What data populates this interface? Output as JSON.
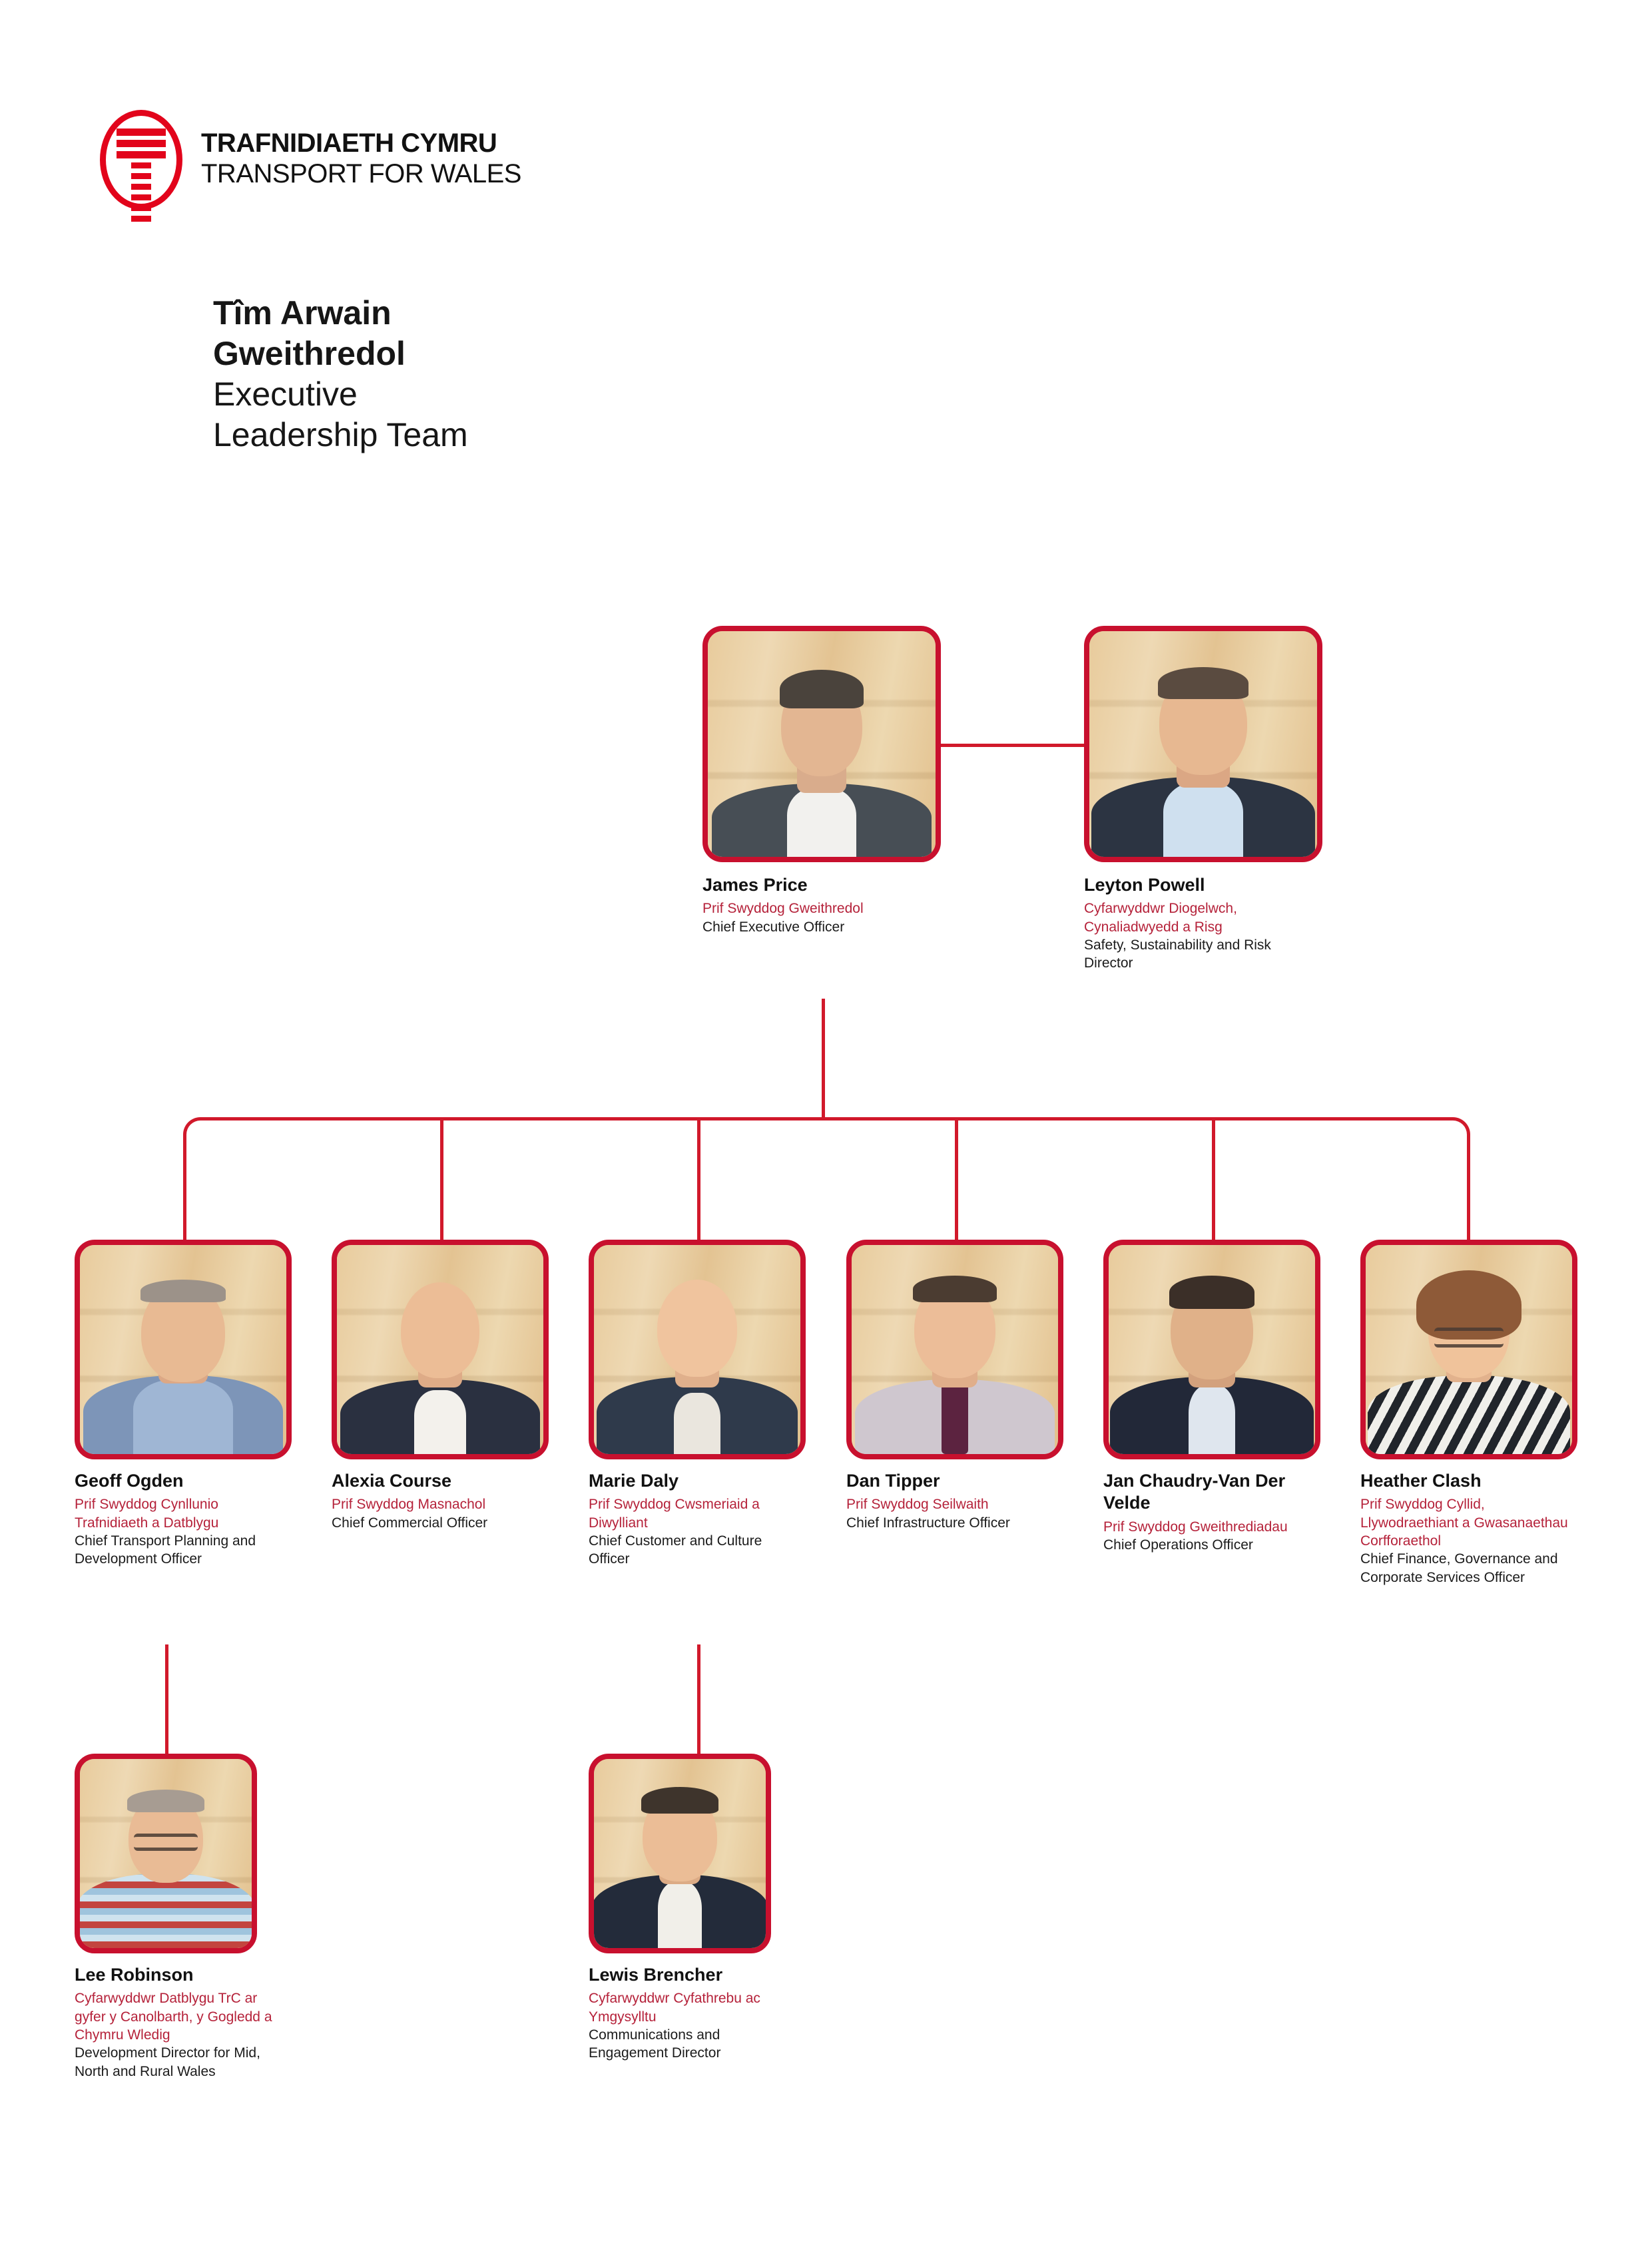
{
  "brand": {
    "logo_icon": "transport-for-wales-roundel-icon",
    "name_cy": "TRAFNIDIAETH CYMRU",
    "name_en": "TRANSPORT FOR WALES",
    "accent_red": "#c8102e",
    "line_red": "#d1192b",
    "welsh_text_red": "#b5223a"
  },
  "page": {
    "title_cy_line1": "Tîm Arwain",
    "title_cy_line2": "Gweithredol",
    "title_en_line1": "Executive",
    "title_en_line2": "Leadership Team"
  },
  "chart_data": {
    "type": "org-chart",
    "title": "Tîm Arwain Gweithredol / Executive Leadership Team",
    "levels": 3,
    "nodes": [
      {
        "id": "james-price",
        "name": "James Price",
        "title_cy": "Prif Swyddog Gweithredol",
        "title_en": "Chief Executive Officer",
        "level": 1,
        "reports_to": null
      },
      {
        "id": "leyton-powell",
        "name": "Leyton Powell",
        "title_cy": "Cyfarwyddwr Diogelwch, Cynaliadwyedd a Risg",
        "title_en": "Safety, Sustainability and Risk Director",
        "level": 1,
        "reports_to": "james-price"
      },
      {
        "id": "geoff-ogden",
        "name": "Geoff Ogden",
        "title_cy": "Prif Swyddog Cynllunio Trafnidiaeth a Datblygu",
        "title_en": "Chief Transport Planning and Development Officer",
        "level": 2,
        "reports_to": "james-price"
      },
      {
        "id": "alexia-course",
        "name": "Alexia Course",
        "title_cy": "Prif Swyddog Masnachol",
        "title_en": "Chief Commercial Officer",
        "level": 2,
        "reports_to": "james-price"
      },
      {
        "id": "marie-daly",
        "name": "Marie Daly",
        "title_cy": "Prif Swyddog Cwsmeriaid a Diwylliant",
        "title_en": "Chief Customer and Culture Officer",
        "level": 2,
        "reports_to": "james-price"
      },
      {
        "id": "dan-tipper",
        "name": "Dan Tipper",
        "title_cy": "Prif Swyddog Seilwaith",
        "title_en": "Chief Infrastructure Officer",
        "level": 2,
        "reports_to": "james-price"
      },
      {
        "id": "jan-chaudry-van-der-velde",
        "name": "Jan Chaudry-Van Der Velde",
        "title_cy": "Prif Swyddog Gweithrediadau",
        "title_en": "Chief Operations Officer",
        "level": 2,
        "reports_to": "james-price"
      },
      {
        "id": "heather-clash",
        "name": "Heather Clash",
        "title_cy": "Prif Swyddog Cyllid, Llywodraethiant a Gwasanaethau Corfforaethol",
        "title_en": "Chief Finance, Governance and Corporate Services Officer",
        "level": 2,
        "reports_to": "james-price"
      },
      {
        "id": "lee-robinson",
        "name": "Lee Robinson",
        "title_cy": "Cyfarwyddwr Datblygu TrC ar gyfer y Canolbarth, y Gogledd a Chymru Wledig",
        "title_en": "Development Director for Mid, North and Rural Wales",
        "level": 3,
        "reports_to": "geoff-ogden"
      },
      {
        "id": "lewis-brencher",
        "name": "Lewis Brencher",
        "title_cy": "Cyfarwyddwr Cyfathrebu ac Ymgysylltu",
        "title_en": "Communications and Engagement Director",
        "level": 3,
        "reports_to": "marie-daly"
      }
    ]
  }
}
